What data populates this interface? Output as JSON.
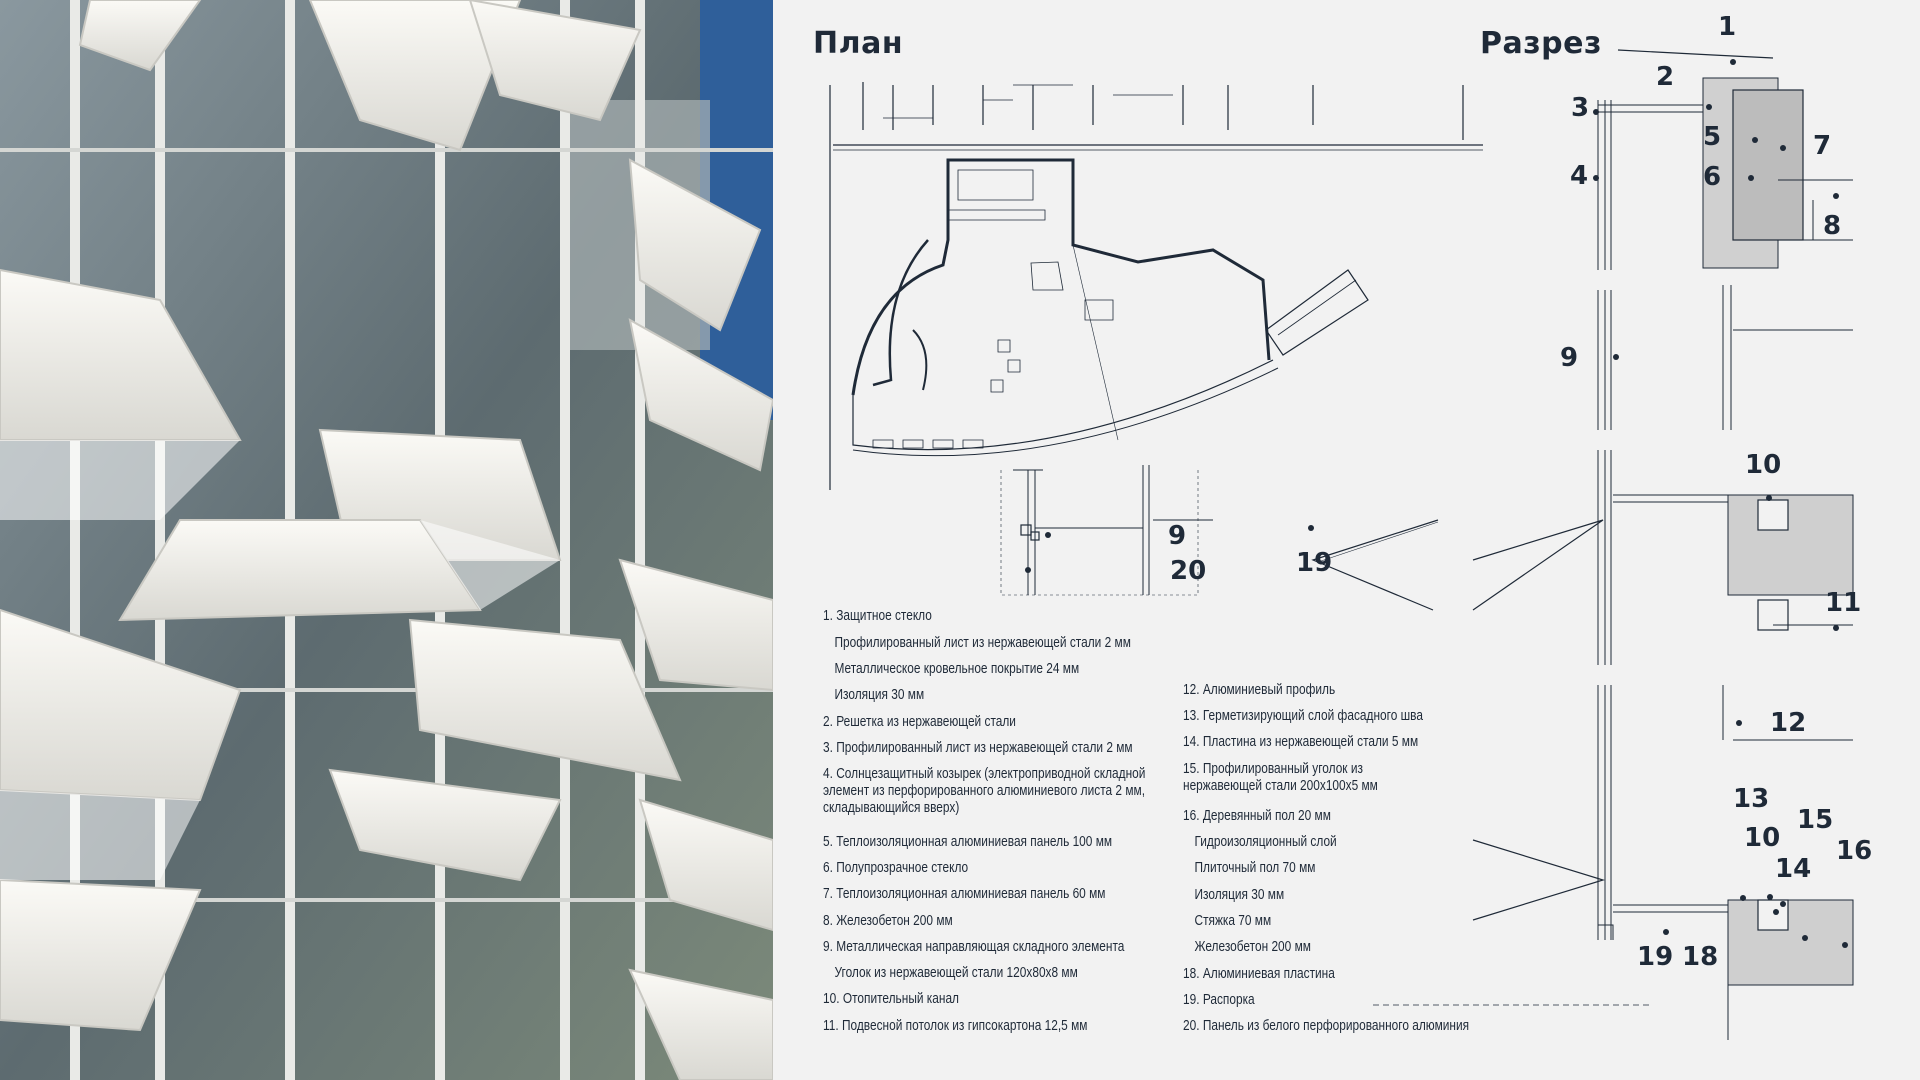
{
  "headings": {
    "plan": "План",
    "section": "Разрез"
  },
  "legend": {
    "col1": [
      "1. Защитное стекло",
      "Профилированный лист из нержавеющей стали 2 мм",
      "Металлическое кровельное покрытие 24 мм",
      "Изоляция 30 мм",
      "2. Решетка из нержавеющей стали",
      "3. Профилированный лист из нержавеющей стали 2 мм",
      "4. Солнцезащитный козырек (электроприводной складной элемент из перфорированного алюминиевого листа 2 мм, складывающийся вверх)",
      "5. Теплоизоляционная алюминиевая панель 100 мм",
      "6. Полупрозрачное стекло",
      "7. Теплоизоляционная алюминиевая панель 60 мм",
      "8. Железобетон 200 мм",
      "9. Металлическая направляющая складного элемента",
      "Уголок из нержавеющей стали 120x80x8 мм",
      "10. Отопительный канал",
      "11. Подвесной потолок из гипсокартона 12,5 мм"
    ],
    "col2": [
      "12. Алюминиевый профиль",
      "13. Герметизирующий слой фасадного шва",
      "14. Пластина из нержавеющей стали 5 мм",
      "15. Профилированный уголок из нержавеющей стали 200x100x5 мм",
      "16. Деревянный пол 20 мм",
      "Гидроизоляционный слой",
      "Плиточный пол 70 мм",
      "Изоляция 30 мм",
      "Стяжка 70 мм",
      "Железобетон 200 мм",
      "18. Алюминиевая пластина",
      "19. Распорка",
      "20. Панель из белого перфорированного алюминия"
    ]
  },
  "callouts": [
    "1",
    "2",
    "3",
    "4",
    "5",
    "6",
    "7",
    "8",
    "9",
    "9",
    "10",
    "11",
    "12",
    "13",
    "10",
    "14",
    "15",
    "16",
    "18",
    "19",
    "19",
    "20"
  ],
  "colors": {
    "background": "#f2f2f2",
    "ink": "#1f2a38",
    "photo_sky": "#2f5f9a",
    "panel_white": "#f3f2ee"
  }
}
